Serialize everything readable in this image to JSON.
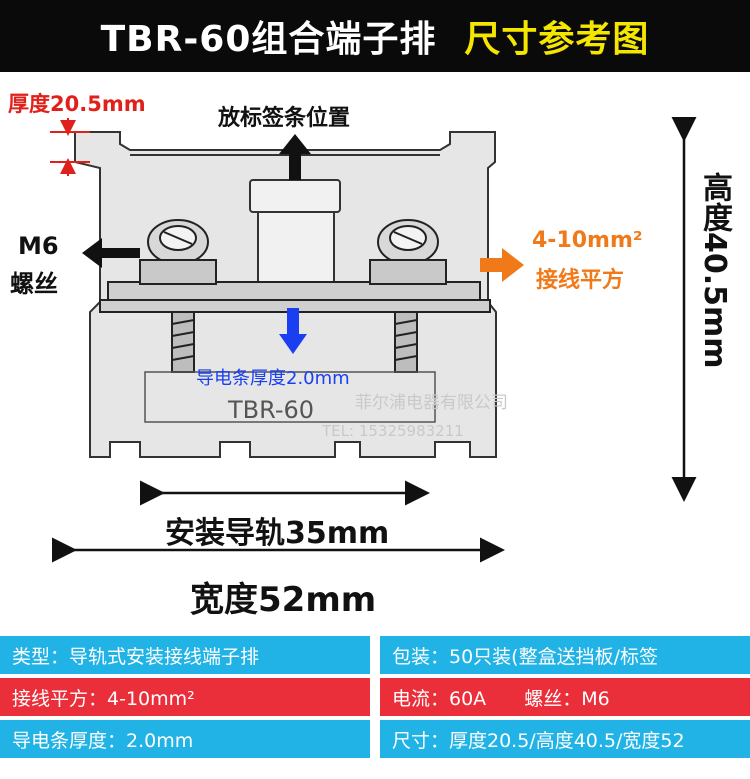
{
  "header": {
    "title": "TBR-60组合端子排",
    "subtitle": "尺寸参考图"
  },
  "labels": {
    "thickness": "厚度20.5mm",
    "label_strip": "放标签条位置",
    "screw_line1": "M6",
    "screw_line2": "螺丝",
    "wire_line1": "4-10mm²",
    "wire_line2": "接线平方",
    "conductor": "导电条厚度2.0mm",
    "height": "高度40.5mm",
    "rail": "安装导轨35mm",
    "width": "宽度52mm",
    "model_mark": "TBR-60"
  },
  "watermark": {
    "line1": "菲尔浦电器有限公司",
    "line2": "TEL: 15325983211"
  },
  "specs": {
    "type": "类型：导轨式安装接线端子排",
    "packing": "包装：50只装(整盒送挡板/标签",
    "wire": "接线平方：4-10mm²",
    "current": "电流：60A",
    "screw": "螺丝：M6",
    "conductor": "导电条厚度：2.0mm",
    "size": "尺寸：厚度20.5/高度40.5/宽度52"
  },
  "colors": {
    "title_bg": "#0a0a0a",
    "title_accent": "#f5e600",
    "red": "#e0201b",
    "blue": "#1a3ff0",
    "orange": "#f07a1a",
    "cyan_row": "#21b3e6",
    "red_row": "#ea2f3b"
  }
}
